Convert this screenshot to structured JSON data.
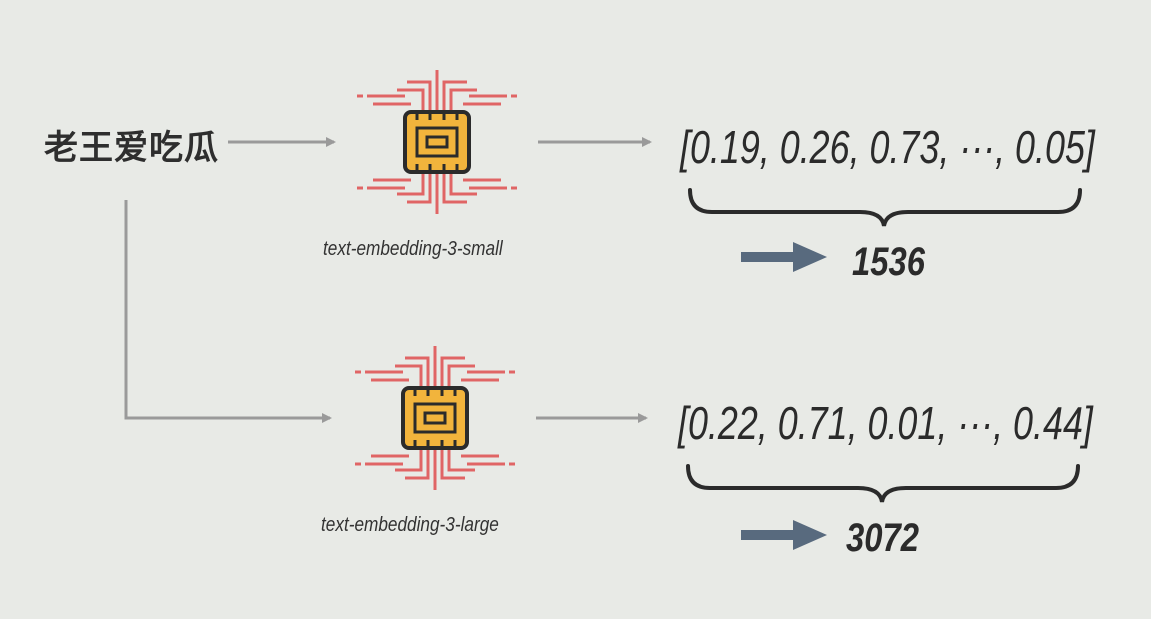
{
  "input_text": "老王爱吃瓜",
  "models": [
    {
      "name": "text-embedding-3-small",
      "vector": "[0.19, 0.26, 0.73, ···, 0.05]",
      "dimension": "1536"
    },
    {
      "name": "text-embedding-3-large",
      "vector": "[0.22, 0.71, 0.01, ···, 0.44]",
      "dimension": "3072"
    }
  ],
  "colors": {
    "background": "#e8eae6",
    "flow_arrow": "#9a9a9a",
    "dimension_arrow": "#586a7e",
    "chip_body": "#f2b43c",
    "chip_outline": "#2b2b2b",
    "chip_pins": "#e06565",
    "text": "#2e2e2e"
  },
  "icons": [
    "chip-icon"
  ]
}
